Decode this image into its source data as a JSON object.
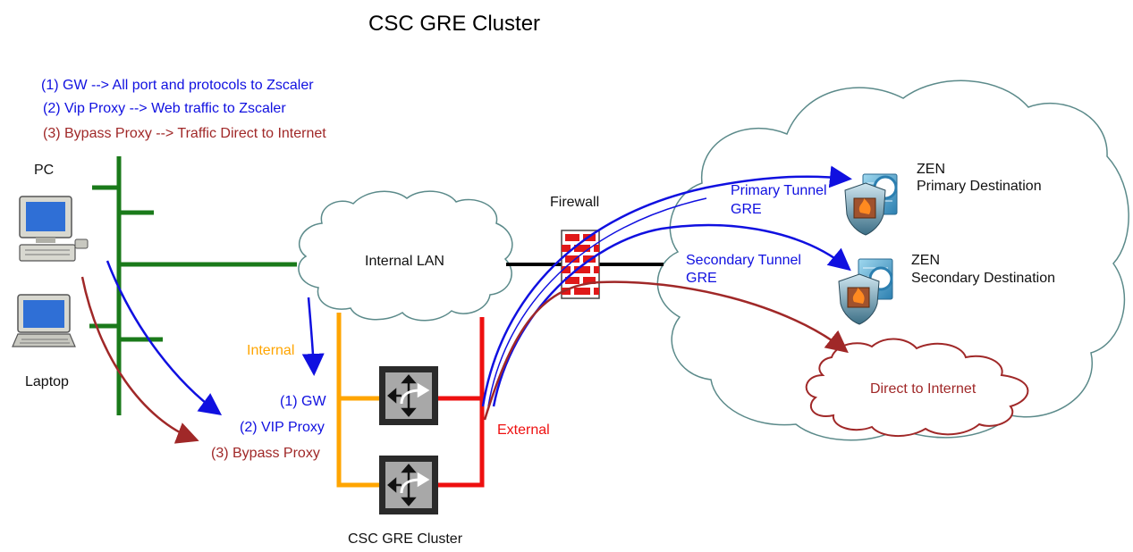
{
  "title": "CSC GRE Cluster",
  "legend": {
    "gw": "(1) GW --> All port and protocols to Zscaler",
    "vip": "(2) Vip Proxy --> Web traffic to Zscaler",
    "bypass": "(3) Bypass Proxy --> Traffic Direct to Internet"
  },
  "devices": {
    "pc": "PC",
    "laptop": "Laptop"
  },
  "internal_lan": "Internal LAN",
  "firewall": "Firewall",
  "internal_label": "Internal",
  "external_label": "External",
  "routes": {
    "gw": "(1) GW",
    "vip": "(2) VIP Proxy",
    "bypass": "(3) Bypass Proxy"
  },
  "cluster_label": "CSC GRE Cluster",
  "tunnels": {
    "primary_line1": "Primary Tunnel",
    "primary_line2": "GRE",
    "secondary_line1": "Secondary Tunnel",
    "secondary_line2": "GRE"
  },
  "zen": {
    "primary_line1": "ZEN",
    "primary_line2": "Primary Destination",
    "secondary_line1": "ZEN",
    "secondary_line2": "Secondary Destination"
  },
  "direct": "Direct to Internet",
  "colors": {
    "blue": "#1010e0",
    "red_brown": "#a02828",
    "green": "#1a7a1a",
    "orange": "#ffa500",
    "red": "#ee1010",
    "cloud_stroke": "#5b8a8a"
  }
}
